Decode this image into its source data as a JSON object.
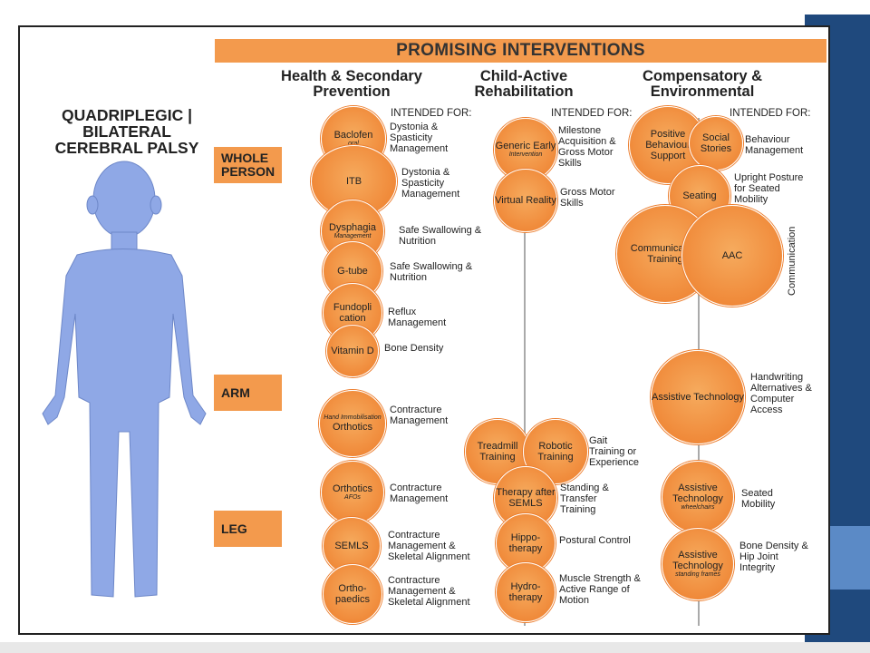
{
  "banner": "PROMISING INTERVENTIONS",
  "columns": {
    "health": "Health & Secondary Prevention",
    "child": "Child-Active Rehabilitation",
    "comp": "Compensatory & Environmental"
  },
  "intended_for": "INTENDED FOR:",
  "left_title": "QUADRIPLEGIC | BILATERAL CEREBRAL PALSY",
  "levels": {
    "whole": "WHOLE PERSON",
    "arm": "ARM",
    "leg": "LEG"
  },
  "bubbles": [
    {
      "name": "baclofen",
      "main": "Baclofen",
      "sub": "oral"
    },
    {
      "name": "itb",
      "main": "ITB"
    },
    {
      "name": "dysphagia",
      "main": "Dysphagia",
      "sub": "Management"
    },
    {
      "name": "gtube",
      "main": "G-tube"
    },
    {
      "name": "fundoplication",
      "main": "Fundopli cation"
    },
    {
      "name": "vitamin-d",
      "main": "Vitamin D"
    },
    {
      "name": "orthotics-arm",
      "sub": "Hand Immobilisation",
      "main": "Orthotics"
    },
    {
      "name": "orthotics-afo",
      "main": "Orthotics",
      "sub": "AFOs"
    },
    {
      "name": "semls",
      "main": "SEMLS"
    },
    {
      "name": "orthopaedics",
      "main": "Ortho- paedics"
    },
    {
      "name": "generic-early",
      "main": "Generic Early",
      "sub": "Intervention"
    },
    {
      "name": "virtual-reality",
      "main": "Virtual Reality"
    },
    {
      "name": "treadmill",
      "main": "Treadmill Training"
    },
    {
      "name": "robotic",
      "main": "Robotic Training"
    },
    {
      "name": "therapy-semls",
      "main": "Therapy after SEMLS"
    },
    {
      "name": "hippotherapy",
      "main": "Hippo- therapy"
    },
    {
      "name": "hydrotherapy",
      "main": "Hydro- therapy"
    },
    {
      "name": "positive-behaviour",
      "main": "Positive Behaviour Support"
    },
    {
      "name": "social-stories",
      "main": "Social Stories"
    },
    {
      "name": "seating",
      "main": "Seating"
    },
    {
      "name": "communication-training",
      "main": "Communication Training"
    },
    {
      "name": "aac",
      "main": "AAC"
    },
    {
      "name": "assistive-tech-arm",
      "main": "Assistive Technology"
    },
    {
      "name": "assistive-tech-wheelchairs",
      "main": "Assistive Technology",
      "sub": "wheelchairs"
    },
    {
      "name": "assistive-tech-frames",
      "main": "Assistive Technology",
      "sub": "standing frames"
    }
  ],
  "descs": [
    {
      "name": "baclofen",
      "text": "Dystonia & Spasticity Management"
    },
    {
      "name": "itb",
      "text": "Dystonia & Spasticity Management"
    },
    {
      "name": "dysphagia",
      "text": "Safe Swallowing & Nutrition"
    },
    {
      "name": "gtube",
      "text": "Safe Swallowing & Nutrition"
    },
    {
      "name": "fundoplication",
      "text": "Reflux Management"
    },
    {
      "name": "vitamin-d",
      "text": "Bone Density"
    },
    {
      "name": "orthotics-arm",
      "text": "Contracture Management"
    },
    {
      "name": "orthotics-afo",
      "text": "Contracture Management"
    },
    {
      "name": "semls",
      "text": "Contracture Management & Skeletal Alignment"
    },
    {
      "name": "orthopaedics",
      "text": "Contracture Management & Skeletal Alignment"
    },
    {
      "name": "generic-early",
      "text": "Milestone Acquisition & Gross Motor Skills"
    },
    {
      "name": "virtual-reality",
      "text": "Gross Motor Skills"
    },
    {
      "name": "robotic",
      "text": "Gait Training or Experience"
    },
    {
      "name": "therapy-semls",
      "text": "Standing & Transfer Training"
    },
    {
      "name": "hippotherapy",
      "text": "Postural Control"
    },
    {
      "name": "hydrotherapy",
      "text": "Muscle Strength & Active Range of Motion"
    },
    {
      "name": "social-stories",
      "text": "Behaviour Management"
    },
    {
      "name": "seating",
      "text": "Upright Posture for Seated Mobility"
    },
    {
      "name": "assistive-tech-arm",
      "text": "Handwriting Alternatives & Computer Access"
    },
    {
      "name": "assistive-tech-wheelchairs",
      "text": "Seated Mobility"
    },
    {
      "name": "assistive-tech-frames",
      "text": "Bone Density & Hip Joint Integrity"
    }
  ],
  "communication_label": "Communication",
  "colors": {
    "orange": "#f39a4d",
    "bubble": "#f08a3a",
    "figure": "#8fa8e6",
    "navy": "#1f497d",
    "light_blue": "#4f81bd"
  }
}
